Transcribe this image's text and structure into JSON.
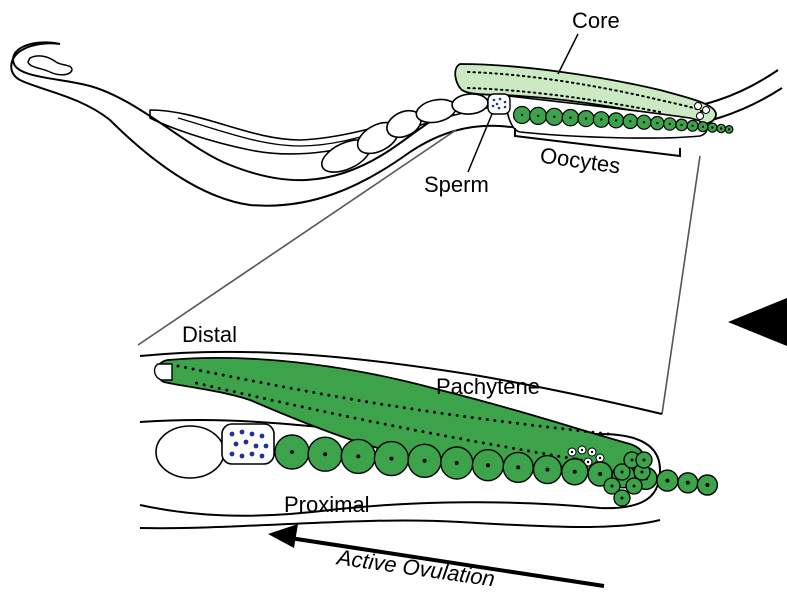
{
  "labels": {
    "core": "Core",
    "sperm": "Sperm",
    "oocytes": "Oocytes",
    "distal": "Distal",
    "pachytene": "Pachytene",
    "proximal": "Proximal",
    "active_ovulation": "Active Ovulation"
  },
  "colors": {
    "light_green": "#cbeac4",
    "green": "#3ca34a",
    "sperm_blue": "#1f2f9c",
    "outline": "#000000"
  },
  "icons": {
    "arrow_left": "arrow-left-icon",
    "arrowhead_right_edge": "arrowhead-left-icon"
  }
}
